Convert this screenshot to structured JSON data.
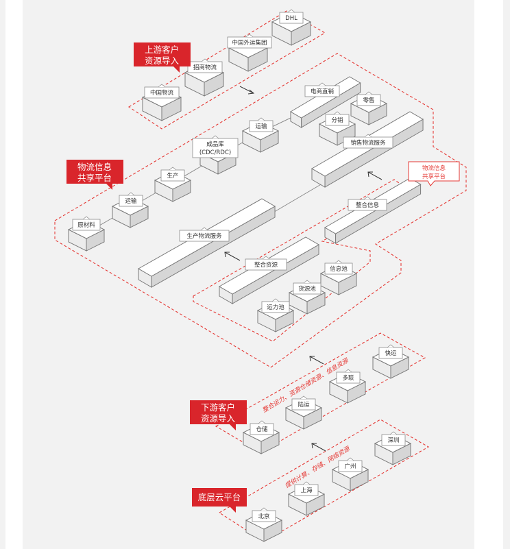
{
  "upstream": {
    "callout": [
      "上游客户",
      "资源导入"
    ],
    "nodes": [
      "DHL",
      "中国外运集团",
      "招商物流",
      "中国物流"
    ]
  },
  "platform": {
    "callout": [
      "物流信息",
      "共享平台"
    ],
    "chain": [
      "原材料",
      "运输",
      "生产",
      "成品库",
      "(CDC/RDC)",
      "运输"
    ],
    "sales": [
      "电商直销",
      "零售",
      "分销"
    ],
    "bars": [
      "销售物流服务",
      "整合信息",
      "生产物流服务",
      "整合资源"
    ],
    "pools": [
      "信息池",
      "货源池",
      "运力池"
    ],
    "inner_callout": [
      "物流信息",
      "共享平台"
    ]
  },
  "downstream": {
    "callout": [
      "下游客户",
      "资源导入"
    ],
    "nodes": [
      "快运",
      "多联",
      "陆运",
      "仓储"
    ],
    "slogan": "整合运力、资源仓储资源、信息资源"
  },
  "cloud": {
    "callout": "底层云平台",
    "nodes": [
      "深圳",
      "广州",
      "上海",
      "北京"
    ],
    "slogan": "提供计算、存储、网络资源"
  },
  "colors": {
    "accent": "#d9252b",
    "panel": "#f2f2f2",
    "block_side": "#d6d6d6"
  }
}
